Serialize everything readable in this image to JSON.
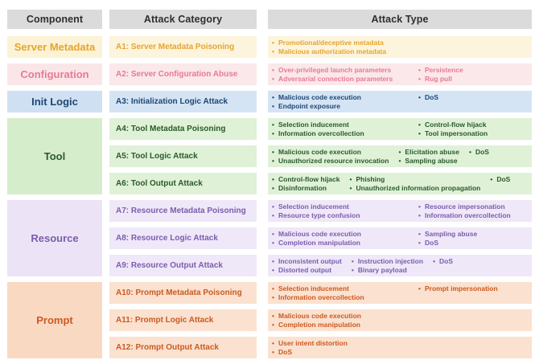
{
  "header": {
    "component": "Component",
    "attack_category": "Attack Category",
    "attack_type": "Attack Type",
    "colors": {
      "bg": "#DBDBDB",
      "text": "#2F2F2F"
    }
  },
  "bullet_glyph": "•",
  "groups": [
    {
      "component": "Server Metadata",
      "colors": {
        "comp_bg": "#FCF3D6",
        "cell_bg": "#FCF4DC",
        "text": "#E5A52F"
      },
      "rows": [
        {
          "category": "A1: Server Metadata Poisoning",
          "types": [
            [
              "Promotional/deceptive metadata",
              "Malicious authorization metadata"
            ]
          ]
        }
      ]
    },
    {
      "component": "Configuration",
      "colors": {
        "comp_bg": "#FAE6E8",
        "cell_bg": "#FAE8EA",
        "text": "#E87A93"
      },
      "rows": [
        {
          "category": "A2: Server Configuration Abuse",
          "types": [
            [
              "Over-privileged launch parameters",
              "Adversarial connection parameters"
            ],
            [
              "Persistence",
              "Rug pull"
            ]
          ]
        }
      ]
    },
    {
      "component": "Init Logic",
      "colors": {
        "comp_bg": "#CFE0F3",
        "cell_bg": "#D4E4F5",
        "text": "#1F4672"
      },
      "rows": [
        {
          "category": "A3: Initialization Logic Attack",
          "types": [
            [
              "Malicious code execution",
              "Endpoint exposure"
            ],
            [
              "DoS"
            ]
          ]
        }
      ]
    },
    {
      "component": "Tool",
      "colors": {
        "comp_bg": "#D6EDCB",
        "cell_bg": "#DFF1D7",
        "text": "#2A5A2B"
      },
      "rows": [
        {
          "category": "A4: Tool Metadata Poisoning",
          "types": [
            [
              "Selection inducement",
              "Information overcollection"
            ],
            [
              "Control-flow hijack",
              "Tool impersonation"
            ]
          ]
        },
        {
          "category": "A5: Tool Logic Attack",
          "types": [
            [
              "Malicious code execution",
              "Unauthorized resource invocation"
            ],
            [
              "Elicitation abuse",
              "Sampling abuse"
            ],
            [
              "DoS"
            ]
          ]
        },
        {
          "category": "A6: Tool Output Attack",
          "types": [
            [
              "Control-flow hijack",
              "Disinformation"
            ],
            [
              "Phishing",
              "Unauthorized information propagation"
            ],
            [
              "DoS"
            ]
          ]
        }
      ]
    },
    {
      "component": "Resource",
      "colors": {
        "comp_bg": "#ECE4F6",
        "cell_bg": "#EFE8F8",
        "text": "#7C5CAD"
      },
      "rows": [
        {
          "category": "A7: Resource Metadata Poisoning",
          "types": [
            [
              "Selection inducement",
              "Resource type confusion"
            ],
            [
              "Resource impersonation",
              "Information overcollection"
            ]
          ]
        },
        {
          "category": "A8: Resource Logic Attack",
          "types": [
            [
              "Malicious code execution",
              "Completion manipulation"
            ],
            [
              "Sampling abuse",
              "DoS"
            ]
          ]
        },
        {
          "category": "A9: Resource Output Attack",
          "types": [
            [
              "Inconsistent output",
              "Distorted output"
            ],
            [
              "Instruction injection",
              "Binary payload"
            ],
            [
              "DoS"
            ]
          ]
        }
      ]
    },
    {
      "component": "Prompt",
      "colors": {
        "comp_bg": "#FAD9C3",
        "cell_bg": "#FBE1CF",
        "text": "#CB5A21"
      },
      "rows": [
        {
          "category": "A10: Prompt Metadata Poisoning",
          "types": [
            [
              "Selection inducement",
              "Information overcollection"
            ],
            [
              "Prompt impersonation"
            ]
          ]
        },
        {
          "category": "A11: Prompt Logic Attack",
          "types": [
            [
              "Malicious code execution",
              "Completion manipulation"
            ]
          ]
        },
        {
          "category": "A12: Prompt Output Attack",
          "types": [
            [
              "User intent distortion",
              "DoS"
            ]
          ]
        }
      ]
    }
  ]
}
